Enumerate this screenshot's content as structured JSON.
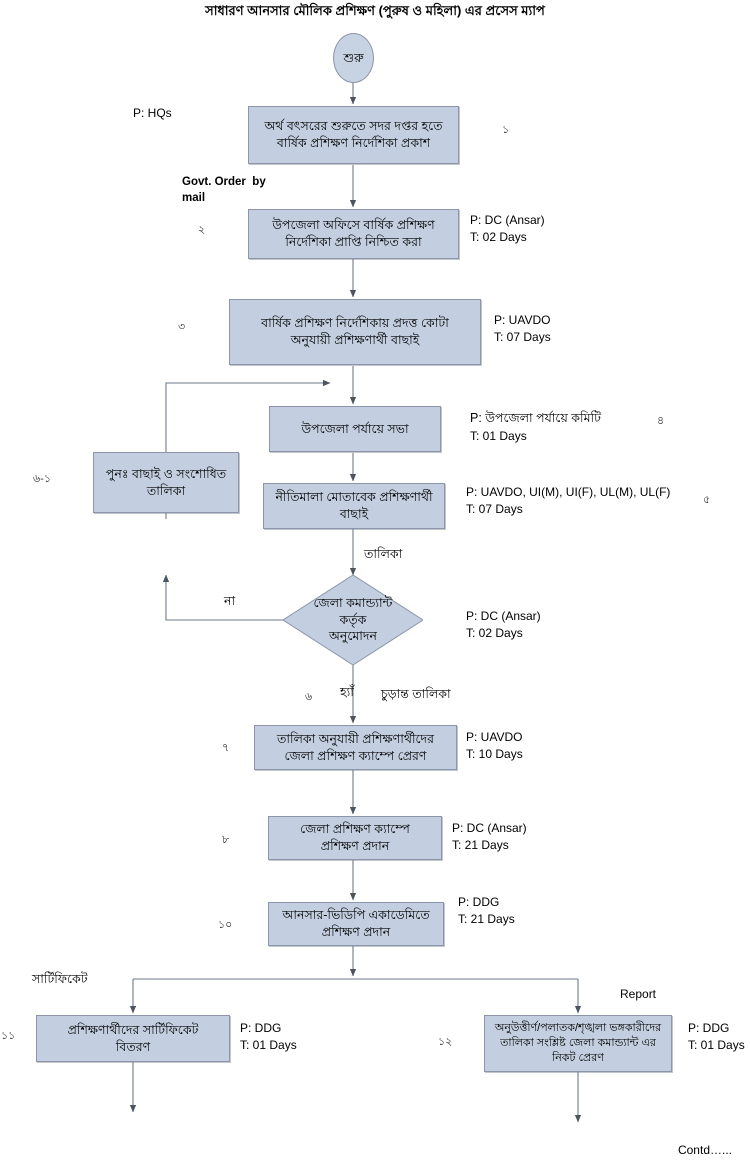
{
  "page": {
    "title": "সাধারণ আনসার মৌলিক প্রশিক্ষণ (পুরুষ ও মহিলা) এর প্রসেস ম্যাপ",
    "footer_note": "Contd…...",
    "colors": {
      "node_fill": "#c3cfe0",
      "node_border": "#8c96a8",
      "connector": "#6d7a88",
      "text": "#000000",
      "background": "#ffffff"
    }
  },
  "nodes": {
    "start": {
      "label": "শুরু",
      "shape": "oval"
    },
    "step1": {
      "label": "অর্থ বৎসরের শুরুতে সদর দপ্তর হতে\nবার্ষিক প্রশিক্ষণ নির্দেশিকা প্রকাশ",
      "shape": "process"
    },
    "step2": {
      "label": "উপজেলা অফিসে বার্ষিক প্রশিক্ষণ\nনির্দেশিকা প্রাপ্তি নিশ্চিত করা",
      "shape": "process"
    },
    "step3": {
      "label": "বার্ষিক প্রশিক্ষণ নির্দেশিকায় প্রদত্ত কোটা\nঅনুযায়ী প্রশিক্ষণার্থী বাছাই",
      "shape": "process"
    },
    "step4": {
      "label": "উপজেলা পর্যায়ে সভা",
      "shape": "process"
    },
    "step5": {
      "label": "নীতিমালা মোতাবেক প্রশিক্ষণার্থী\nবাছাই",
      "shape": "process"
    },
    "rework": {
      "label": "পুনঃ  বাছাই ও সংশোধিত\nতালিকা",
      "shape": "process"
    },
    "decision": {
      "label": "জেলা কমান্ড্যান্ট\nকর্তৃক\nঅনুমোদন",
      "shape": "diamond"
    },
    "step7": {
      "label": "তালিকা অনুযায়ী প্রশিক্ষণার্থীদের\nজেলা প্রশিক্ষণ ক্যাম্পে প্রেরণ",
      "shape": "process"
    },
    "step8": {
      "label": "জেলা প্রশিক্ষণ ক্যাম্পে\nপ্রশিক্ষণ প্রদান",
      "shape": "process"
    },
    "step10": {
      "label": "আনসার-ভিডিপি একাডেমিতে\nপ্রশিক্ষণ প্রদান",
      "shape": "process"
    },
    "step11": {
      "label": "প্রশিক্ষণার্থীদের  সার্টিফিকেট\nবিতরণ",
      "shape": "process"
    },
    "step12": {
      "label": "অনুউত্তীর্ণ/পলাতক/শৃঙ্খলা ভঙ্গকারীদের\nতালিকা সংশ্লিষ্ট  জেলা কমান্ড্যান্ট এর\nনিকট প্রেরণ",
      "shape": "process"
    }
  },
  "annotations": {
    "p_hqs": "P: HQs",
    "govt_order": "Govt. Order  by\nmail",
    "step2_pt": "P: DC (Ansar)\nT: 02 Days",
    "step3_pt": "P: UAVDO\nT: 07 Days",
    "step4_p": "P: উপজেলা পর্যায়ে কমিটি",
    "step4_t": "T: 01 Days",
    "step5_pt": "P: UAVDO, UI(M), UI(F), UL(M), UL(F)\nT: 07 Days",
    "decision_pt": "P: DC (Ansar)\nT: 02 Days",
    "step7_pt": "P: UAVDO\nT: 10 Days",
    "step8_pt": "P: DC (Ansar)\nT: 21 Days",
    "step10_pt": "P: DDG\nT: 21 Days",
    "step11_pt": "P: DDG\nT: 01 Days",
    "step12_pt": "P: DDG\nT: 01 Days"
  },
  "edge_labels": {
    "talika": "তালিকা",
    "na": "না",
    "ha": "হ্যাঁ",
    "churanto_talika": "চুড়ান্ত তালিকা",
    "certificate": "সার্টিফিকেট",
    "report": "Report"
  },
  "step_numbers": {
    "n1": "১",
    "n2": "২",
    "n3": "৩",
    "n4": "৪",
    "n5": "৫",
    "n6": "৬",
    "n6_1": "৬-১",
    "n7": "৭",
    "n8": "৮",
    "n10": "১০",
    "n11": "১১",
    "n12": "১২"
  }
}
